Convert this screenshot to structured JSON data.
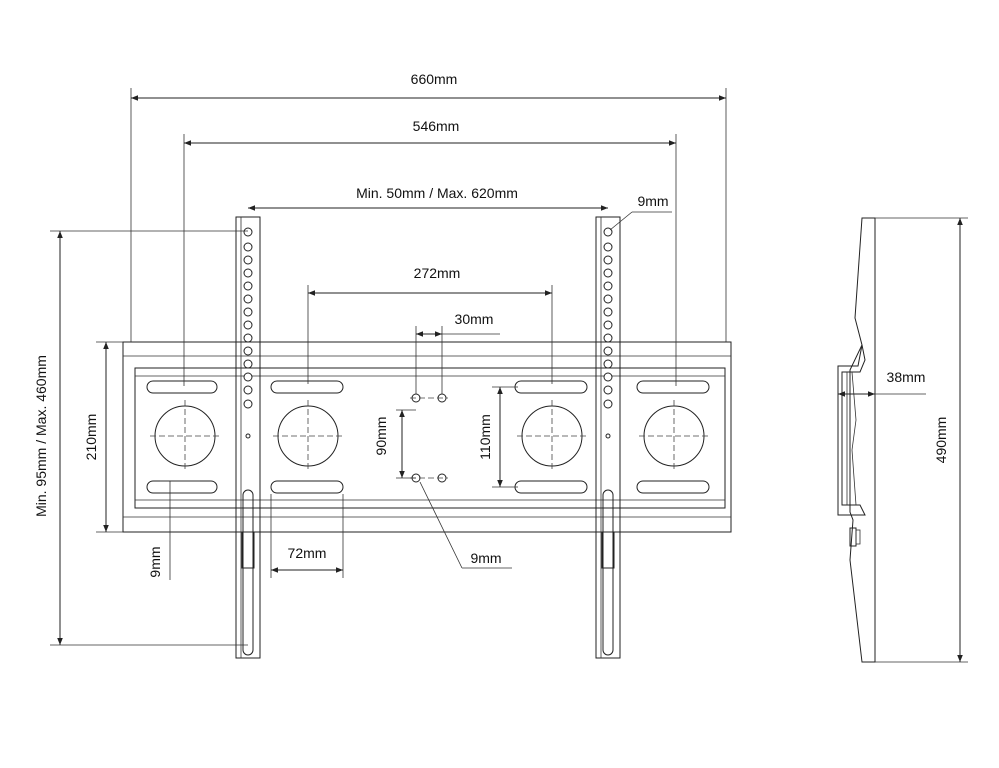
{
  "front_view": {
    "overall_width": "660mm",
    "fixing_span": "546mm",
    "vesa_horizontal": "Min. 50mm / Max. 620mm",
    "slot_hole": "9mm",
    "pattern_272": "272mm",
    "pattern_30": "30mm",
    "height_210": "210mm",
    "vesa_vertical": "Min. 95mm / Max. 460mm",
    "spacing_90": "90mm",
    "spacing_110": "110mm",
    "slot_width_72": "72mm",
    "hole_9_left": "9mm",
    "hole_9_center": "9mm"
  },
  "side_view": {
    "depth": "38mm",
    "height": "490mm"
  }
}
